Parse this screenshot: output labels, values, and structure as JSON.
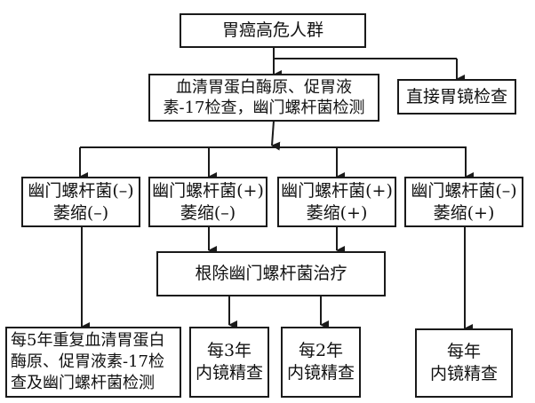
{
  "diagram": {
    "title_node": {
      "lines": [
        "胃癌高危人群"
      ]
    },
    "screening_node": {
      "lines": [
        "血清胃蛋白酶原、促胃液",
        "素-17检查，幽门螺杆菌检测"
      ]
    },
    "direct_node": {
      "lines": [
        "直接胃镜检查"
      ]
    },
    "groups": [
      {
        "lines": [
          "幽门螺杆菌(–)",
          "萎缩(–)"
        ]
      },
      {
        "lines": [
          "幽门螺杆菌(+)",
          "萎缩(–)"
        ]
      },
      {
        "lines": [
          "幽门螺杆菌(+)",
          "萎缩(+)"
        ]
      },
      {
        "lines": [
          "幽门螺杆菌(–)",
          "萎缩(+)"
        ]
      }
    ],
    "treatment_node": {
      "lines": [
        "根除幽门螺杆菌治疗"
      ]
    },
    "outcomes": [
      {
        "lines": [
          "每5年重复血清胃蛋白",
          "酶原、促胃液素-17检",
          "查及幽门螺杆菌检测"
        ]
      },
      {
        "lines": [
          "每3年",
          "内镜精查"
        ]
      },
      {
        "lines": [
          "每2年",
          "内镜精查"
        ]
      },
      {
        "lines": [
          "每年",
          "内镜精查"
        ]
      }
    ],
    "line_color": "#1a1a1a"
  }
}
